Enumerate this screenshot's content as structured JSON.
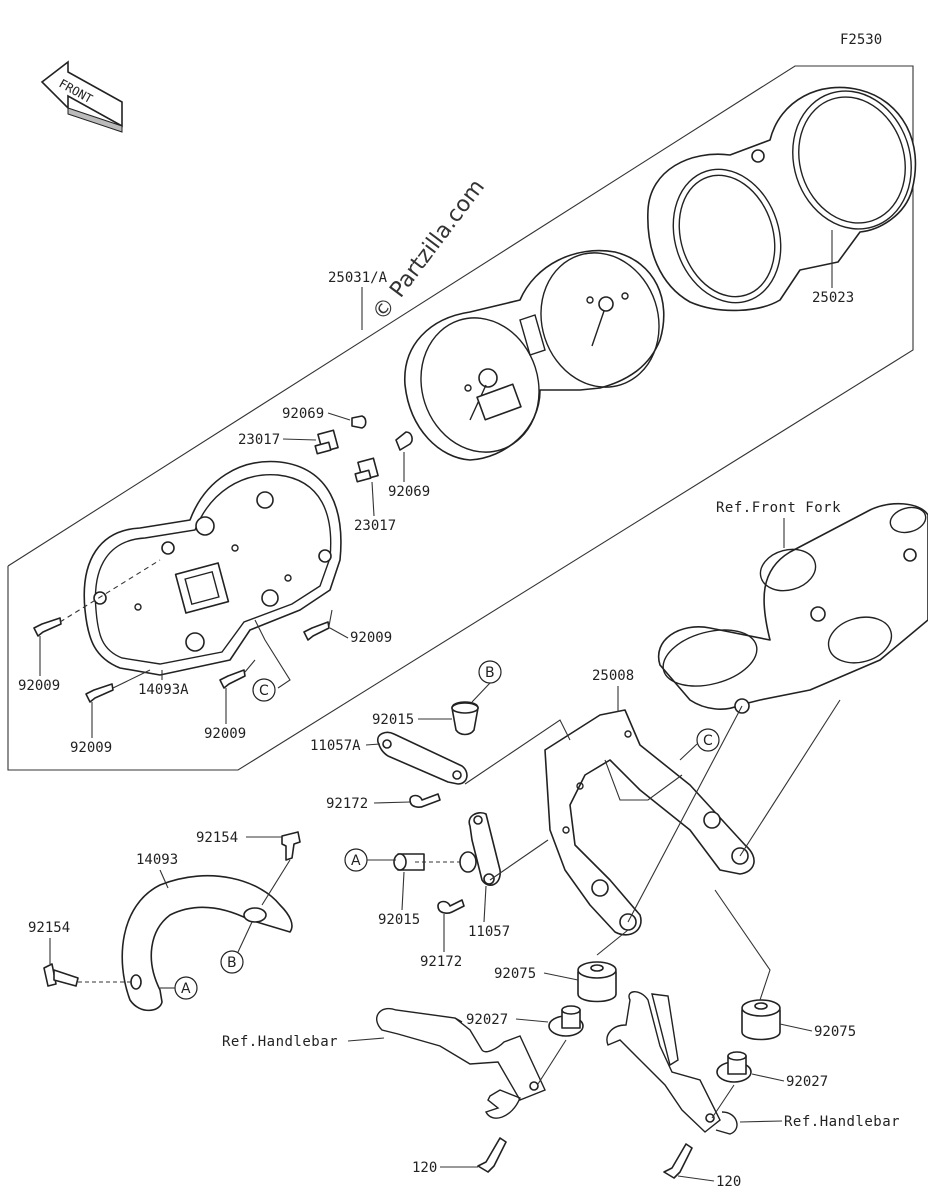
{
  "diagram": {
    "figure_code": "F2530",
    "watermark": "© Partzilla.com",
    "front_label": "FRONT",
    "part_labels": [
      "25031/A",
      "25023",
      "92069",
      "23017",
      "92069",
      "23017",
      "92009",
      "92009",
      "92009",
      "92009",
      "14093A",
      "92015",
      "11057A",
      "92172",
      "25008",
      "92154",
      "14093",
      "92154",
      "92015",
      "11057",
      "92172",
      "92075",
      "92027",
      "92075",
      "92027",
      "120",
      "120"
    ],
    "ref_labels": [
      "Ref.Front Fork",
      "Ref.Handlebar",
      "Ref.Handlebar"
    ],
    "callouts": {
      "a": "A",
      "b": "B",
      "c": "C"
    }
  }
}
